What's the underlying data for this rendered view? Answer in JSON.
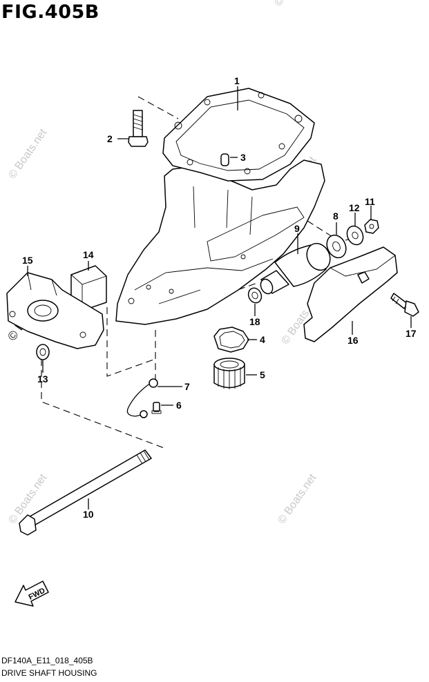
{
  "figure_title": "FIG.405B",
  "footer": {
    "model_code": "DF140A_E11_018_405B",
    "section_name": "DRIVE SHAFT HOUSING"
  },
  "watermark": "© Boats.net",
  "arrow_label": "FWD",
  "callouts": {
    "c1": "1",
    "c2": "2",
    "c3": "3",
    "c4": "4",
    "c5": "5",
    "c6": "6",
    "c7": "7",
    "c8": "8",
    "c9": "9",
    "c10": "10",
    "c11": "11",
    "c12": "12",
    "c13": "13",
    "c14": "14",
    "c15": "15",
    "c16": "16",
    "c17": "17",
    "c18": "18"
  },
  "colors": {
    "line": "#000000",
    "background": "#ffffff",
    "watermark": "#c8c8c8"
  }
}
